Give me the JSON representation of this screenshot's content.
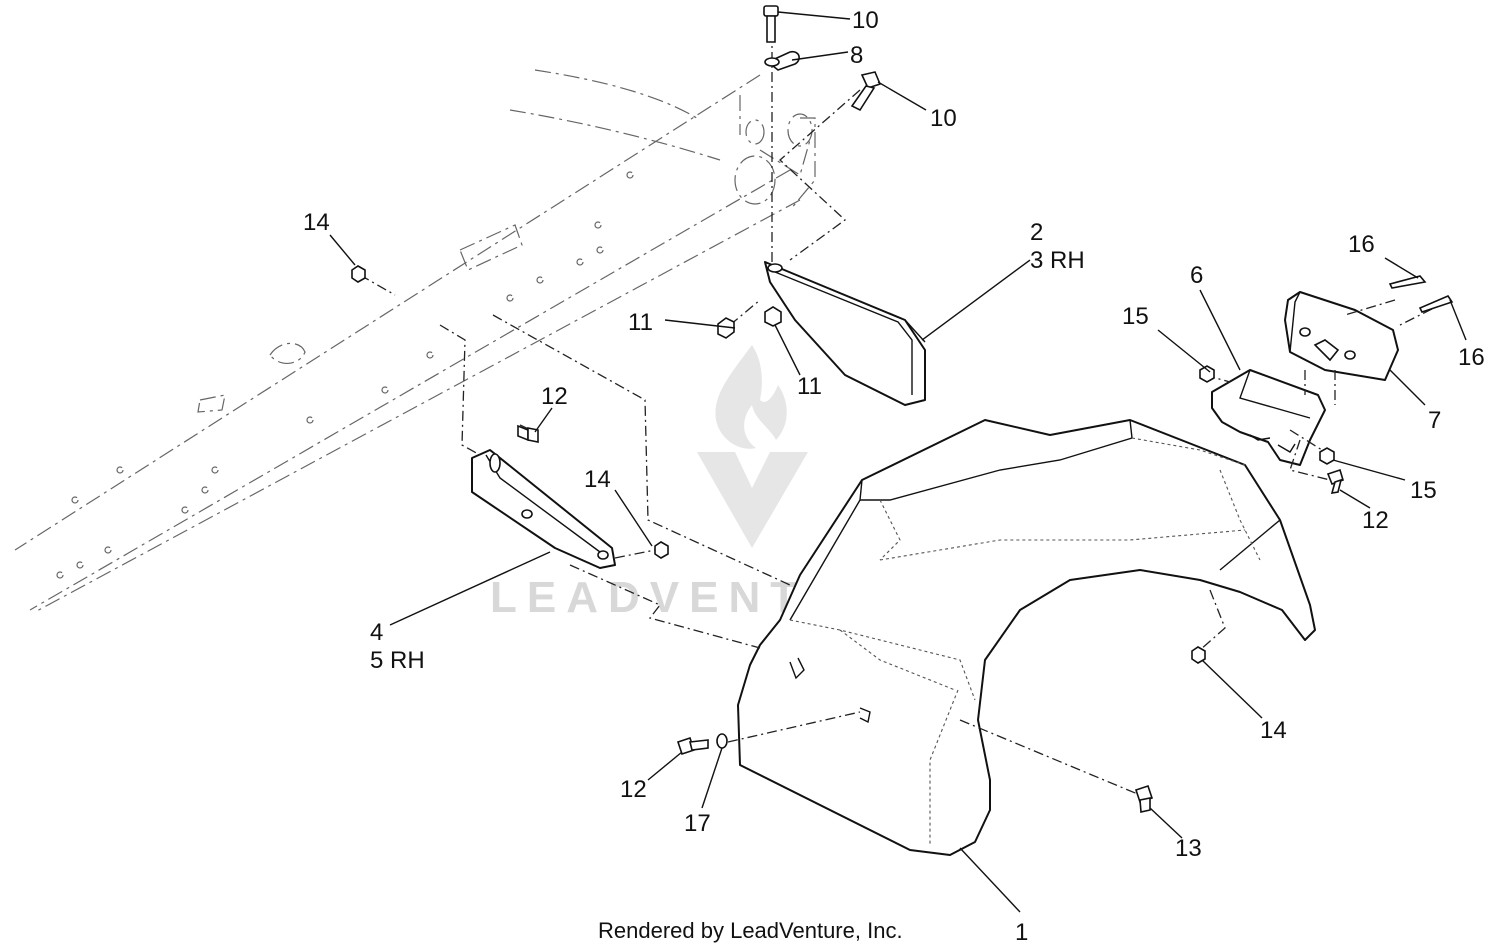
{
  "callouts": [
    {
      "id": "c1",
      "text": "1"
    },
    {
      "id": "c2",
      "text": "2"
    },
    {
      "id": "c3",
      "text": "3 RH"
    },
    {
      "id": "c4",
      "text": "4"
    },
    {
      "id": "c5",
      "text": "5 RH"
    },
    {
      "id": "c6",
      "text": "6"
    },
    {
      "id": "c7",
      "text": "7"
    },
    {
      "id": "c8",
      "text": "8"
    },
    {
      "id": "c10a",
      "text": "10"
    },
    {
      "id": "c10b",
      "text": "10"
    },
    {
      "id": "c11a",
      "text": "11"
    },
    {
      "id": "c11b",
      "text": "11"
    },
    {
      "id": "c12a",
      "text": "12"
    },
    {
      "id": "c12b",
      "text": "12"
    },
    {
      "id": "c12c",
      "text": "12"
    },
    {
      "id": "c13",
      "text": "13"
    },
    {
      "id": "c14a",
      "text": "14"
    },
    {
      "id": "c14b",
      "text": "14"
    },
    {
      "id": "c14c",
      "text": "14"
    },
    {
      "id": "c15a",
      "text": "15"
    },
    {
      "id": "c15b",
      "text": "15"
    },
    {
      "id": "c16a",
      "text": "16"
    },
    {
      "id": "c16b",
      "text": "16"
    },
    {
      "id": "c17",
      "text": "17"
    }
  ],
  "watermark": "LEADVENTURE",
  "footer": "Rendered by LeadVenture, Inc."
}
